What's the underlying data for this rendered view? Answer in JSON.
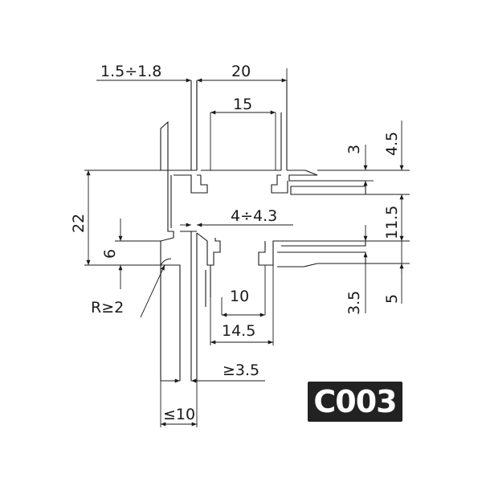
{
  "dimensions": {
    "top_gap": "1.5÷1.8",
    "top_width": "20",
    "inner_width": "15",
    "right_a": "3",
    "right_b": "4.5",
    "right_c": "11.5",
    "left_height": "22",
    "left_small": "6",
    "mid_gap": "4÷4.3",
    "lower_inner": "10",
    "lower_width": "14.5",
    "right_d": "3.5",
    "right_e": "5",
    "radius": "R≥2",
    "min_wall": "≥3.5",
    "max_base": "≤10"
  },
  "product_code": "C003",
  "colors": {
    "ink": "#1a1a1a",
    "badge_bg": "#222222",
    "badge_text": "#ffffff"
  }
}
